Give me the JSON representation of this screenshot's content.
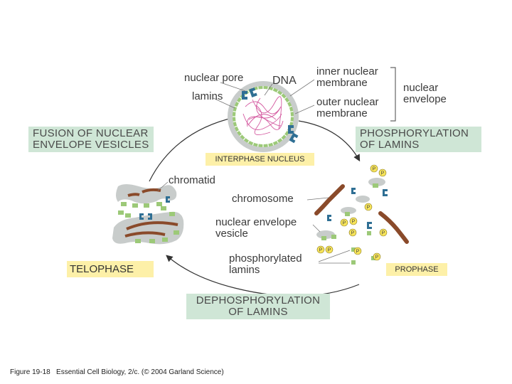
{
  "labels": {
    "nuclear_pore": "nuclear pore",
    "dna": "DNA",
    "lamins": "lamins",
    "inner_nuclear_membrane": "inner nuclear\nmembrane",
    "outer_nuclear_membrane": "outer nuclear\nmembrane",
    "nuclear_envelope": "nuclear\nenvelope",
    "chromatid": "chromatid",
    "chromosome": "chromosome",
    "nuclear_envelope_vesicle": "nuclear envelope\nvesicle",
    "phosphorylated_lamins": "phosphorylated\nlamins",
    "p_marker": "P"
  },
  "stages": {
    "interphase": "INTERPHASE NUCLEUS",
    "phosphorylation": "PHOSPHORYLATION\nOF LAMINS",
    "prophase": "PROPHASE",
    "dephosphorylation": "DEPHOSPHORYLATION\nOF LAMINS",
    "telophase": "TELOPHASE",
    "fusion": "FUSION OF NUCLEAR\nENVELOPE VESICLES"
  },
  "caption": "Figure 19-18   Essential Cell Biology, 2/c. (© 2004 Garland Science)",
  "colors": {
    "stage_green": "#cfe6d6",
    "stage_yellow": "#fdf0a8",
    "membrane_gray": "#c8cccb",
    "lamin_green": "#9cc978",
    "pore_blue": "#2f6f94",
    "chromatin_pink": "#d45aa0",
    "chromosome_brown": "#8a4a2a",
    "phosphate_yellow": "#f7e45a"
  }
}
